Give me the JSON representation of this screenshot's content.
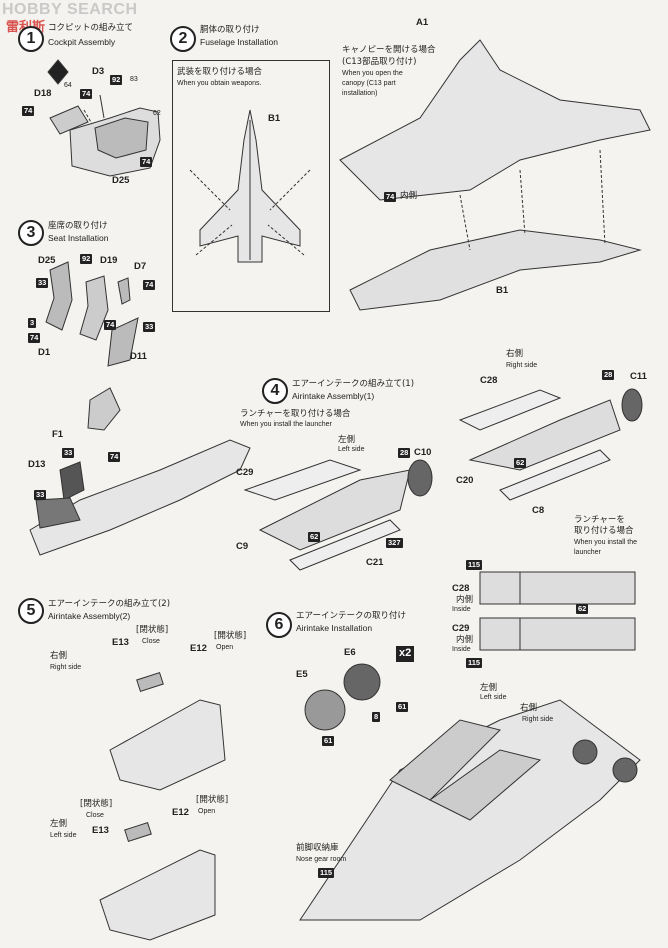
{
  "watermark": {
    "brand": "HOBBY SEARCH",
    "cn": "雷利斯"
  },
  "step1": {
    "num": "1",
    "jp": "コクピットの組み立て",
    "en": "Cockpit Assembly"
  },
  "step2": {
    "num": "2",
    "jp": "胴体の取り付け",
    "en": "Fuselage Installation",
    "weapons_jp": "武装を取り付ける場合",
    "weapons_en": "When you obtain weapons."
  },
  "step3": {
    "num": "3",
    "jp": "座席の取り付け",
    "en": "Seat Installation"
  },
  "step4": {
    "num": "4",
    "jp": "エアーインテークの組み立て(1)",
    "en": "Airintake Assembly(1)",
    "launcher_jp": "ランチャーを取り付ける場合",
    "launcher_en": "When you install the launcher"
  },
  "step5": {
    "num": "5",
    "jp": "エアーインテークの組み立て(2)",
    "en": "Airintake Assembly(2)"
  },
  "step6": {
    "num": "6",
    "jp": "エアーインテークの取り付け",
    "en": "Airintake Installation",
    "x2": "x2"
  },
  "canopy": {
    "jp1": "キャノピーを開ける場合",
    "jp2": "(C13部品取り付け)",
    "en1": "When you open the",
    "en2": "canopy (C13 part",
    "en3": "installation)"
  },
  "inner": {
    "jp": "内側",
    "en": "Inside"
  },
  "right_side": {
    "jp": "右側",
    "en": "Right side"
  },
  "left_side": {
    "jp": "左側",
    "en": "Left side"
  },
  "closed": {
    "jp": "[閉状態]",
    "en": "Close"
  },
  "opened": {
    "jp": "[開状態]",
    "en": "Open"
  },
  "launcher_right": {
    "jp": "ランチャーを",
    "jp2": "取り付ける場合",
    "en1": "When you install the",
    "en2": "launcher"
  },
  "nose_gear": {
    "jp": "前脚収納庫",
    "en": "Nose gear room"
  },
  "parts": {
    "D3": "D3",
    "D18": "D18",
    "D25": "D25",
    "A1": "A1",
    "B1a": "B1",
    "B1b": "B1",
    "D19": "D19",
    "D7": "D7",
    "D1": "D1",
    "D11": "D11",
    "F1": "F1",
    "D13": "D13",
    "C29a": "C29",
    "C9": "C9",
    "C10": "C10",
    "C21": "C21",
    "C28a": "C28",
    "C11": "C11",
    "C20": "C20",
    "C8": "C8",
    "C28b": "C28",
    "C29b": "C29",
    "E13a": "E13",
    "E12a": "E12",
    "E13b": "E13",
    "E12b": "E12",
    "E5": "E5",
    "E6": "E6"
  },
  "colors": {
    "n74": "74",
    "n92": "92",
    "n83": "83",
    "n62": "62",
    "n64": "64",
    "n33": "33",
    "n3": "3",
    "n28": "28",
    "n327": "327",
    "n115": "115",
    "n61": "61",
    "n8": "8"
  }
}
